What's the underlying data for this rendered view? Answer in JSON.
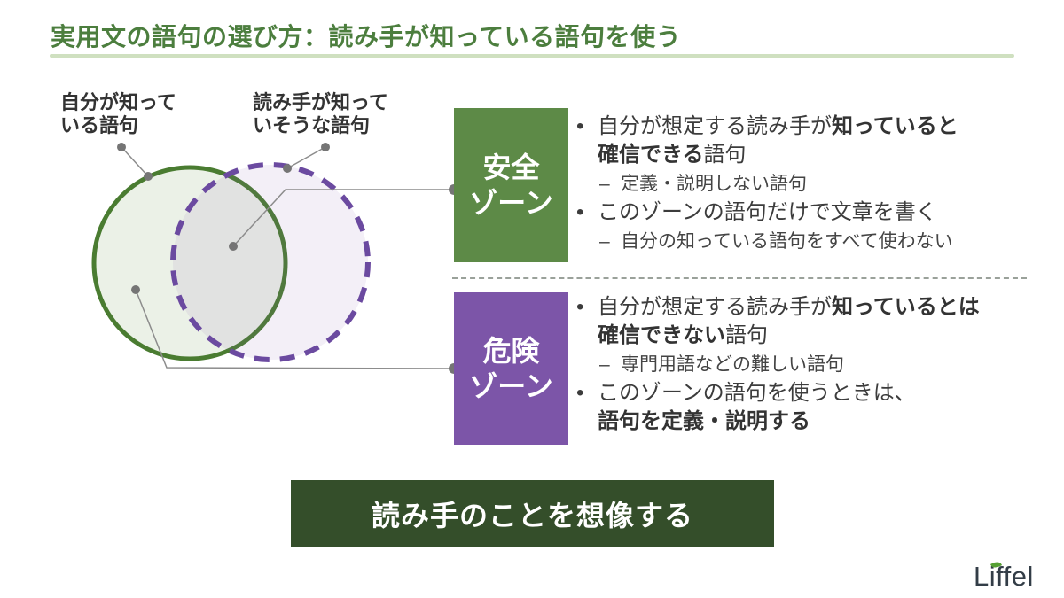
{
  "title": "実用文の語句の選び方：読み手が知っている語句を使う",
  "marks": {
    "bullet": "•",
    "dash": "–"
  },
  "venn": {
    "left_label": "自分が知って\nいる語句",
    "right_label": "読み手が知って\nいそうな語句"
  },
  "zones": {
    "safe": {
      "name": "安全\nゾーン",
      "bullets": {
        "b1_pre": "自分が想定する読み手が",
        "b1_bold": "知っていると",
        "b1b_bold": "確信できる",
        "b1b_post": "語句",
        "s1": "定義・説明しない語句",
        "b2": "このゾーンの語句だけで文章を書く",
        "s2": "自分の知っている語句をすべて使わない"
      }
    },
    "danger": {
      "name": "危険\nゾーン",
      "bullets": {
        "b1_pre": "自分が想定する読み手が",
        "b1_bold": "知っているとは",
        "b1b_bold": "確信できない",
        "b1b_post": "語句",
        "s1": "専門用語などの難しい語句",
        "b2": "このゾーンの語句を使うときは、",
        "b2b_bold": "語句を定義・説明する"
      }
    }
  },
  "banner": "読み手のことを想像する",
  "logo": "Liffel",
  "colors": {
    "title_green": "#4c7e3e",
    "underline_green": "#cfe0c0",
    "safe_zone_green": "#5d8a47",
    "danger_zone_purple": "#7c55a8",
    "circle_green_stroke": "#4a7c31",
    "circle_purple_stroke": "#6b4aa0",
    "banner_dark_green": "#344e2a",
    "connector_gray": "#8c8c8c",
    "text_dark": "#3c3c3c",
    "logo_leaf_green": "#56a033"
  }
}
